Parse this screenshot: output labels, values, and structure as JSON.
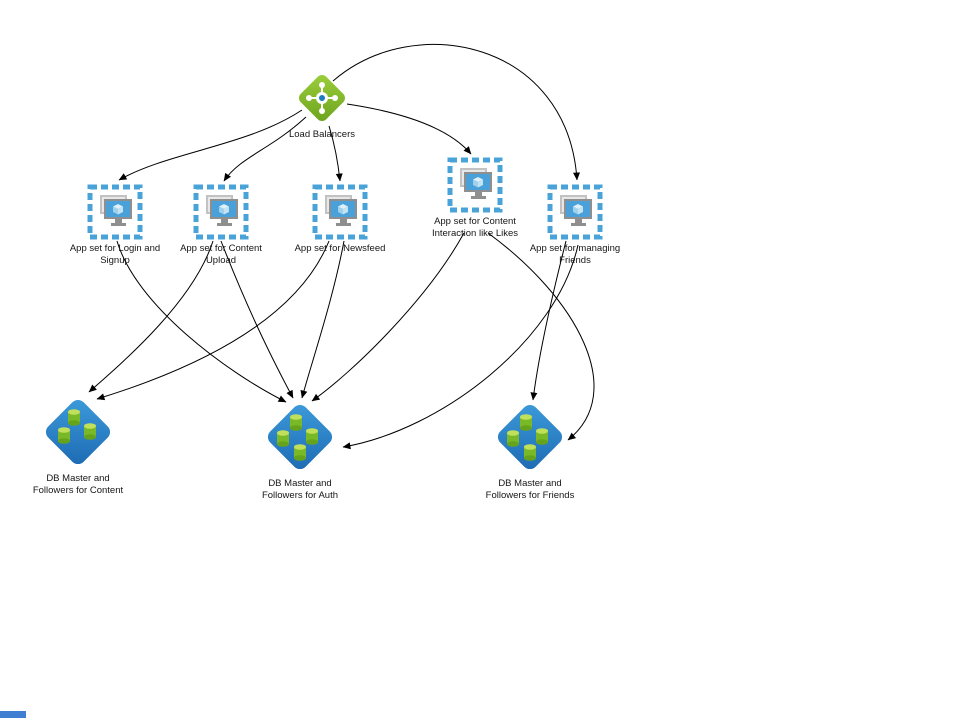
{
  "diagram": {
    "kind": "architecture-diagram",
    "description": "Load balancers routing traffic to application sets backed by master/follower databases"
  },
  "nodes": {
    "lb": {
      "label": "Load Balancers",
      "lines": [
        "Load Balancers"
      ],
      "kind": "load-balancer"
    },
    "app_login": {
      "label": "App set for Login and Signup",
      "lines": [
        "App set for Login and",
        "Signup"
      ],
      "kind": "app-set"
    },
    "app_upload": {
      "label": "App set for Content Upload",
      "lines": [
        "App set for Content",
        "Upload"
      ],
      "kind": "app-set"
    },
    "app_newsfeed": {
      "label": "App set for Newsfeed",
      "lines": [
        "App set for Newsfeed"
      ],
      "kind": "app-set"
    },
    "app_likes": {
      "label": "App set for Content Interaction like Likes",
      "lines": [
        "App set for Content",
        "Interaction like Likes"
      ],
      "kind": "app-set"
    },
    "app_friends": {
      "label": "App set for managing Friends",
      "lines": [
        "App set for managing",
        "Friends"
      ],
      "kind": "app-set"
    },
    "db_content": {
      "label": "DB Master and Followers for Content",
      "lines": [
        "DB Master and",
        "Followers for Content"
      ],
      "kind": "database"
    },
    "db_auth": {
      "label": "DB Master and Followers for Auth",
      "lines": [
        "DB Master and",
        "Followers for Auth"
      ],
      "kind": "database"
    },
    "db_friends": {
      "label": "DB Master and Followers for Friends",
      "lines": [
        "DB Master and",
        "Followers for Friends"
      ],
      "kind": "database"
    }
  },
  "edges": [
    {
      "from": "lb",
      "to": "app_login"
    },
    {
      "from": "lb",
      "to": "app_upload"
    },
    {
      "from": "lb",
      "to": "app_newsfeed"
    },
    {
      "from": "lb",
      "to": "app_likes"
    },
    {
      "from": "lb",
      "to": "app_friends"
    },
    {
      "from": "app_login",
      "to": "db_auth"
    },
    {
      "from": "app_upload",
      "to": "db_content"
    },
    {
      "from": "app_upload",
      "to": "db_auth"
    },
    {
      "from": "app_newsfeed",
      "to": "db_content"
    },
    {
      "from": "app_newsfeed",
      "to": "db_auth"
    },
    {
      "from": "app_likes",
      "to": "db_auth"
    },
    {
      "from": "app_likes",
      "to": "db_friends"
    },
    {
      "from": "app_friends",
      "to": "db_friends"
    },
    {
      "from": "app_friends",
      "to": "db_auth"
    }
  ],
  "colors": {
    "app_set_border": "#4aa3d8",
    "load_balancer_green": "#7fb122",
    "database_blue": "#2478bd",
    "cylinder_green": "#8cc63f",
    "arrow": "#000000",
    "background": "#ffffff"
  }
}
